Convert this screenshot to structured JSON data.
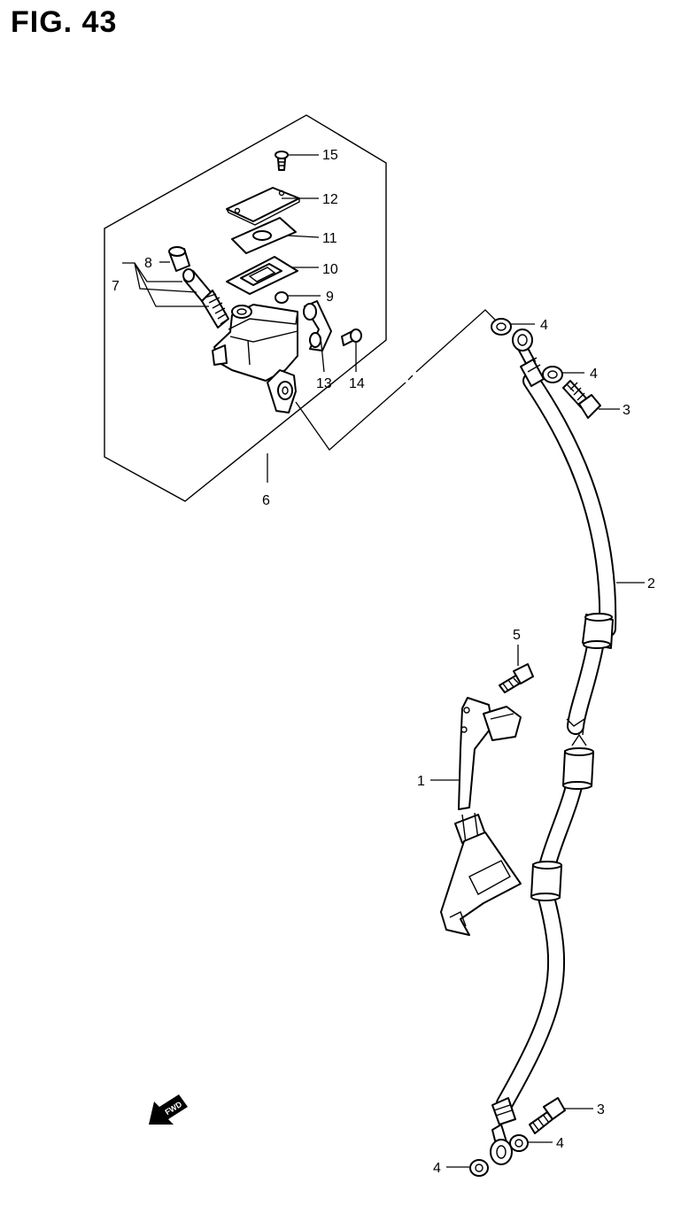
{
  "figure_title": "FIG. 43",
  "fwd_label": "FWD",
  "callouts": {
    "bracket": "1",
    "hose": "2",
    "union_bolt_upper": "3",
    "union_bolt_lower": "3",
    "gasket_a": "4",
    "gasket_b": "4",
    "gasket_c": "4",
    "gasket_d": "4",
    "bracket_bolt": "5",
    "master_cylinder_assy": "6",
    "piston_set": "7",
    "boot": "8",
    "plate": "9",
    "diaphragm": "10",
    "diaphragm_plate": "11",
    "reservoir_cap": "12",
    "joint": "13",
    "joint_bolt": "14",
    "cap_screw": "15"
  }
}
